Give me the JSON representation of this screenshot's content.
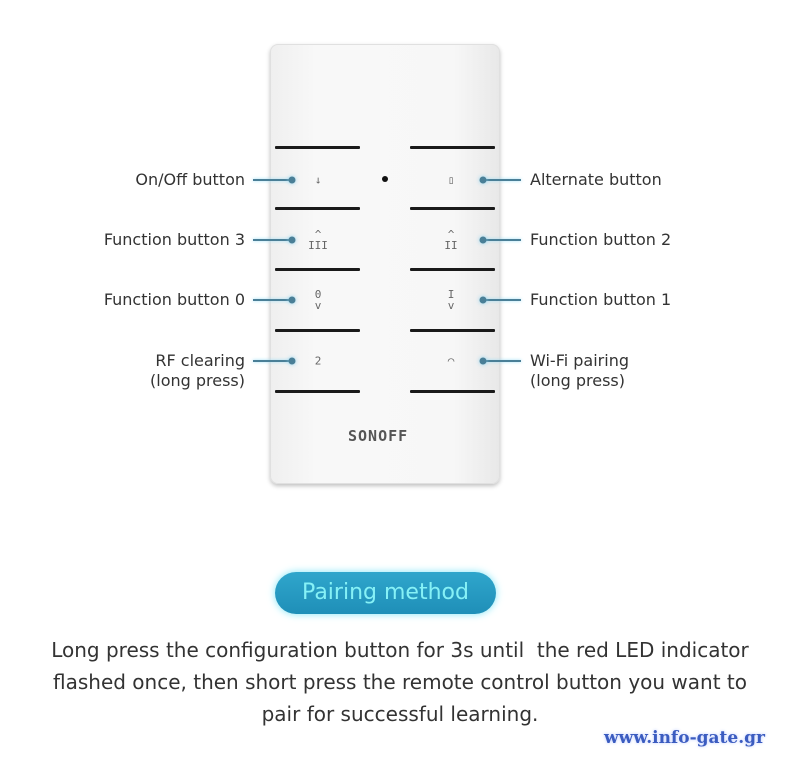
{
  "labels": {
    "on_off": "On/Off button",
    "alternate": "Alternate button",
    "function_3": "Function button 3",
    "function_2": "Function button 2",
    "function_0": "Function button 0",
    "function_1": "Function button 1",
    "rf_clearing": [
      "RF clearing",
      "(long press)"
    ],
    "wifi_pairing": [
      "Wi-Fi pairing",
      "(long press)"
    ]
  },
  "brand": "SONOFF",
  "pairing": {
    "title": "Pairing method",
    "lines": [
      "Long press the configuration button for 3s until  the red LED indicator",
      "flashed once, then short press the remote control button you want to",
      "pair for successful learning."
    ]
  },
  "watermark": "www.info-gate.gr"
}
